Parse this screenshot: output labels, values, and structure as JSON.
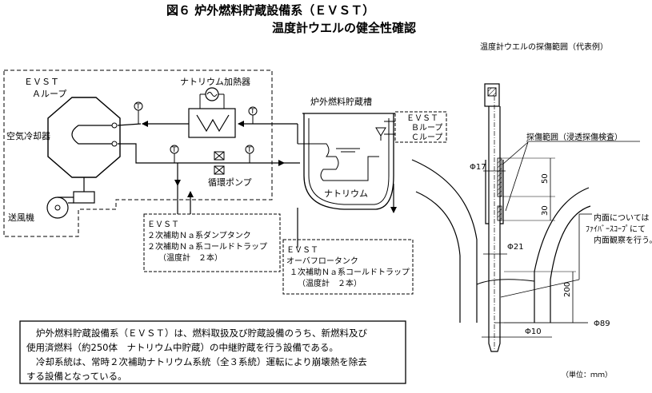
{
  "title": {
    "line1": "図６ 炉外燃料貯蔵設備系（ＥＶＳＴ）",
    "line2": "温度計ウエルの健全性確認"
  },
  "right_caption": "温度計ウエルの探傷範囲（代表例）",
  "loop_a": {
    "line1": "ＥＶＳＴ",
    "line2": "Ａループ",
    "air_cooler": "空気冷却器",
    "blower": "送風機",
    "heater": "ナトリウム加熱器",
    "pump": "循環ポンプ"
  },
  "tank": {
    "title": "炉外燃料貯蔵槽",
    "sodium": "ナトリウム",
    "loop_bc": [
      "ＥＶＳＴ",
      "Ｂループ",
      "Ｃループ"
    ]
  },
  "box_secondary": [
    "ＥＶＳＴ",
    "２次補助Ｎａ系ダンプタンク",
    "２次補助Ｎａ系コールドトラップ",
    "（温度計　２本）"
  ],
  "box_overflow": [
    "ＥＶＳＴ",
    "オーバフロータンク",
    "１次補助Ｎａ系コールドトラップ",
    "（温度計　２本）"
  ],
  "thermo_symbol": "T",
  "description": [
    "炉外燃料貯蔵設備系（ＥＶＳＴ）は、燃料取扱及び貯蔵設備のうち、新燃料及び",
    "使用済燃料（約250体　ナトリウム中貯蔵）の中継貯蔵を行う設備である。",
    "冷却系統は、常時２次補助ナトリウム系統（全３系統）運転により崩壊熱を除去",
    "する設備となっている。"
  ],
  "well": {
    "inspection_range": "探傷範囲（浸透探傷検査）",
    "inner_note": [
      "内面については",
      "ﾌｧｲﾊﾞｰｽｺｰﾌﾟにて",
      "内面観察を行う。"
    ],
    "dims": {
      "phi17": "Φ17",
      "phi21": "Φ21",
      "phi10": "Φ10",
      "phi89": "Φ89",
      "d50": "50",
      "d30": "30",
      "d200": "200"
    },
    "unit": "（単位：ｍｍ）"
  }
}
